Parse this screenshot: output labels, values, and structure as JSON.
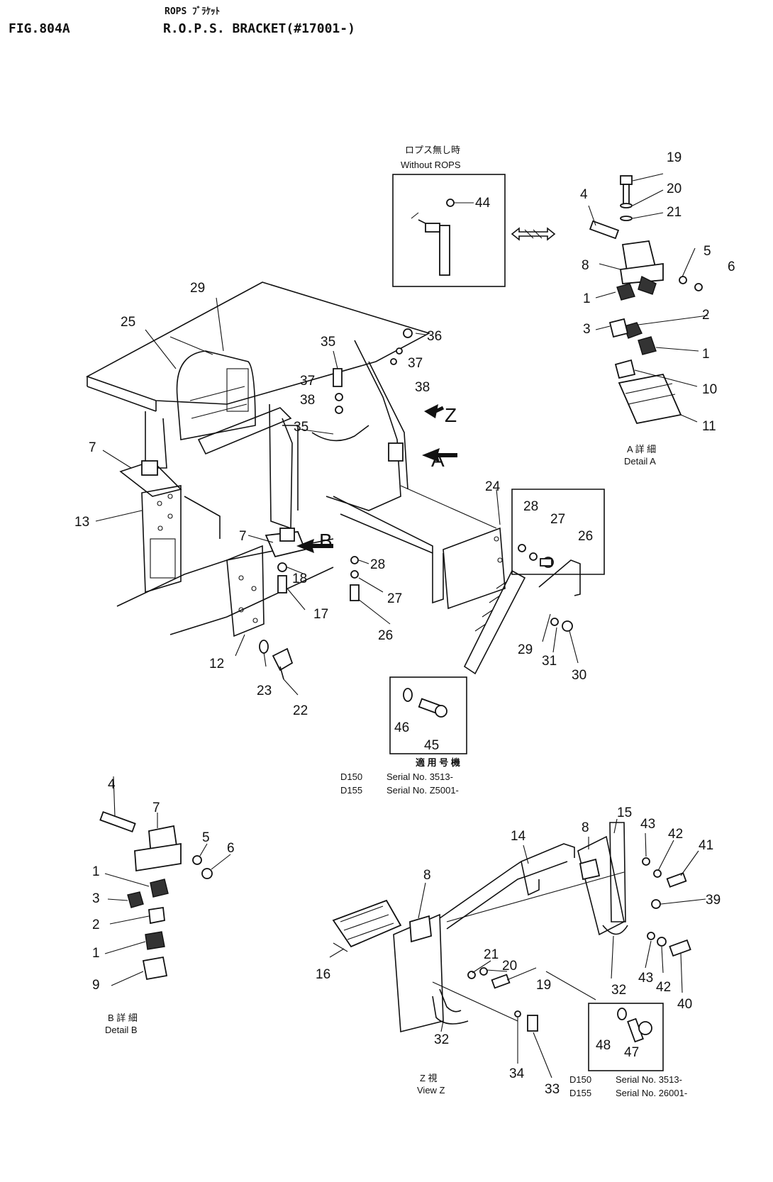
{
  "header": {
    "fig_number": "FIG.804A",
    "title_jp": "ROPS ﾌﾞﾗｹｯﾄ",
    "title": "R.O.P.S. BRACKET(#17001-)"
  },
  "without_rops": {
    "jp": "ロプス無し時",
    "en": "Without ROPS"
  },
  "detail_a": {
    "jp": "A 詳 細",
    "en": "Detail A"
  },
  "detail_b": {
    "jp": "B 詳 細",
    "en": "Detail B"
  },
  "view_z": {
    "jp": "Z 視",
    "en": "View Z"
  },
  "arrows": {
    "a": "A",
    "b": "B",
    "z": "Z"
  },
  "serial_note_1": {
    "jp": "適 用 号 機",
    "rows": [
      {
        "model": "D150",
        "serial": "Serial No. 3513-"
      },
      {
        "model": "D155",
        "serial": "Serial No. Z5001-"
      }
    ]
  },
  "serial_note_2": {
    "rows": [
      {
        "model": "D150",
        "serial": "Serial No. 3513-"
      },
      {
        "model": "D155",
        "serial": "Serial No. 26001-"
      }
    ]
  },
  "callouts": {
    "main": [
      "29",
      "25",
      "7",
      "13",
      "7",
      "12",
      "35",
      "37",
      "38",
      "35",
      "36",
      "37",
      "38",
      "24",
      "28",
      "27",
      "26",
      "18",
      "17",
      "28",
      "27",
      "26",
      "29",
      "31",
      "30",
      "23",
      "22",
      "46",
      "45"
    ],
    "rops_less": [
      "44"
    ],
    "detail_a": [
      "19",
      "20",
      "21",
      "4",
      "8",
      "5",
      "6",
      "1",
      "3",
      "2",
      "1",
      "10",
      "11"
    ],
    "detail_b": [
      "4",
      "7",
      "5",
      "6",
      "1",
      "3",
      "2",
      "1",
      "9"
    ],
    "view_z": [
      "15",
      "14",
      "8",
      "8",
      "43",
      "42",
      "41",
      "39",
      "16",
      "21",
      "20",
      "19",
      "32",
      "43",
      "42",
      "40",
      "32",
      "48",
      "47",
      "34",
      "33"
    ]
  }
}
